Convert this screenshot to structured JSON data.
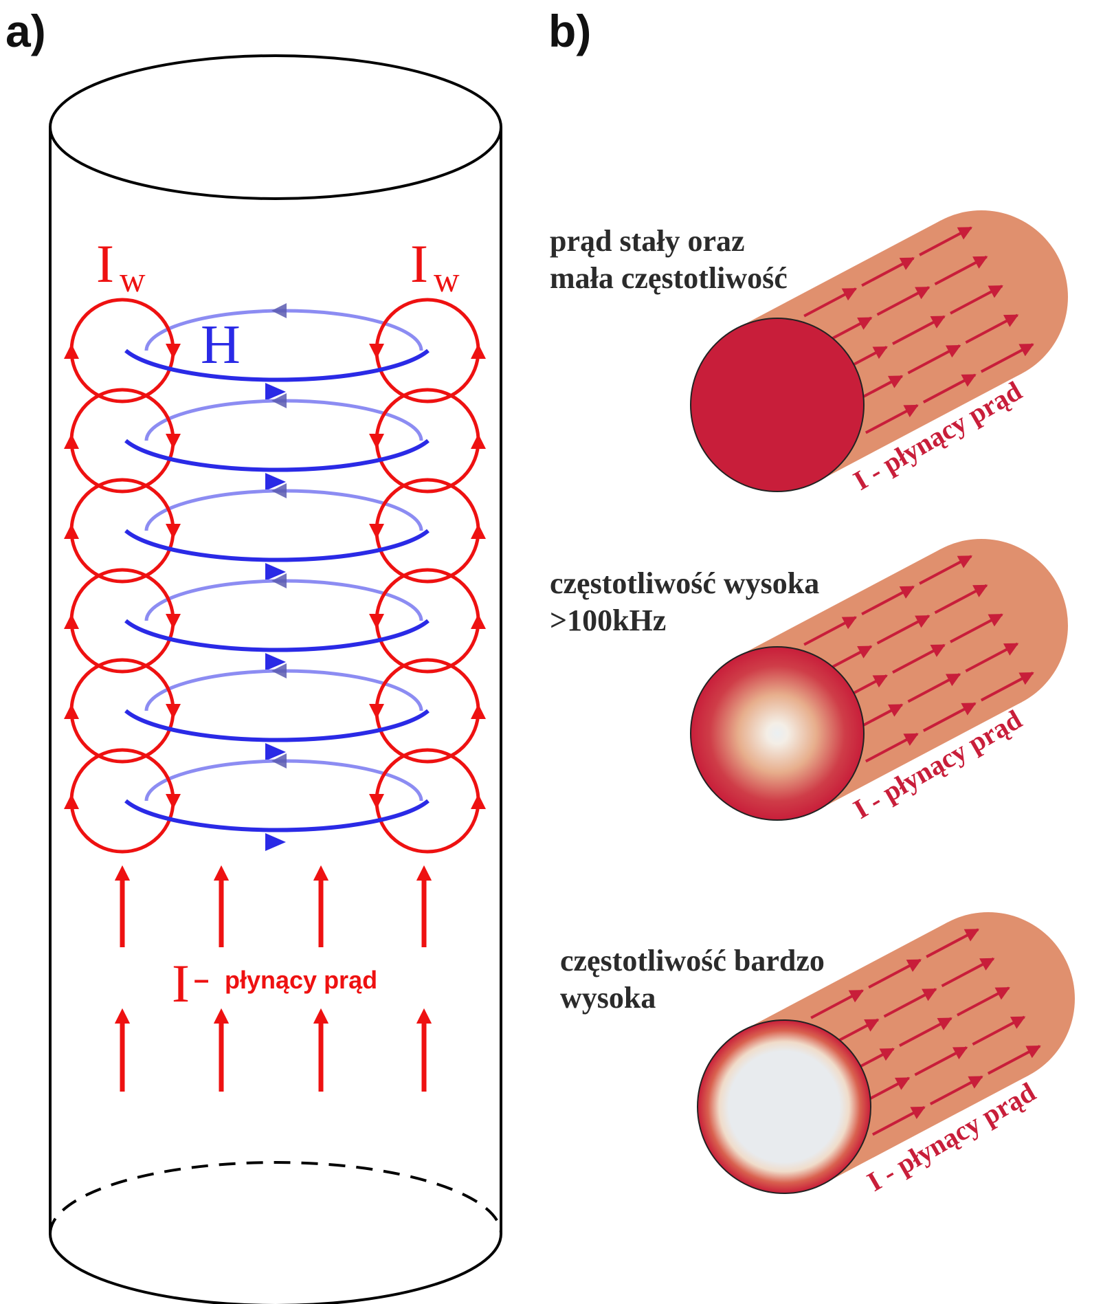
{
  "panel_a": {
    "label": "a)",
    "eddy_label_left": {
      "main": "I",
      "sub": "w"
    },
    "eddy_label_right": {
      "main": "I",
      "sub": "w"
    },
    "field_label": "H",
    "current_label": {
      "symbol": "I",
      "dash": "–",
      "text": "płynący prąd"
    },
    "loop_rows": 6,
    "colors": {
      "eddy": "#ee1111",
      "field": "#2a2ae6",
      "outline": "#000000"
    }
  },
  "panel_b": {
    "label": "b)",
    "wires": [
      {
        "caption_lines": [
          "prąd stały oraz",
          "mała częstotliwość"
        ],
        "current_label": "I - płynący prąd",
        "skin": "full"
      },
      {
        "caption_lines": [
          "częstotliwość wysoka",
          ">100kHz"
        ],
        "current_label": "I - płynący prąd",
        "skin": "partial"
      },
      {
        "caption_lines": [
          "częstotliwość bardzo",
          "wysoka"
        ],
        "current_label": "I - płynący prąd",
        "skin": "thin"
      }
    ],
    "colors": {
      "wire_body": "#e0906e",
      "conductor": "#c81e3a",
      "core": "#e8ebee"
    }
  }
}
